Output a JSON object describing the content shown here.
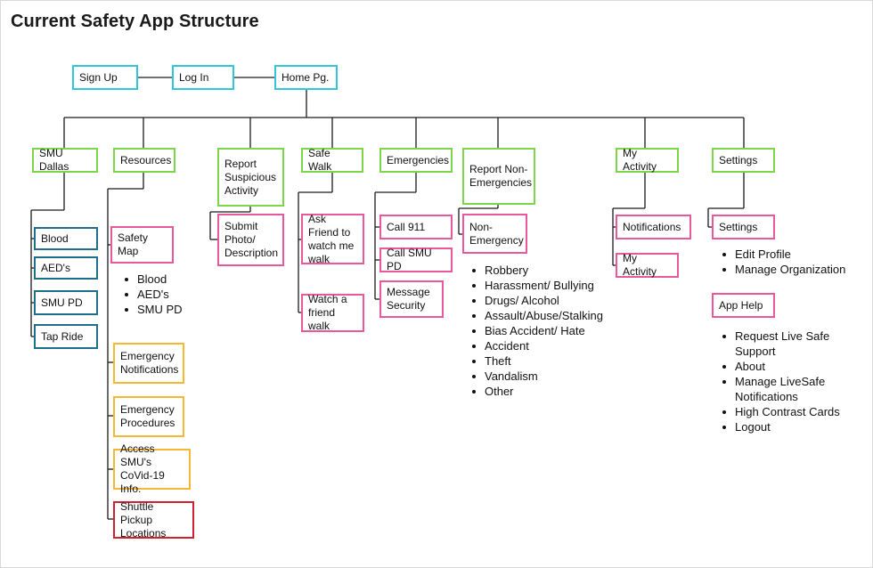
{
  "title": "Current Safety App Structure",
  "top_flow": {
    "sign_up": "Sign Up",
    "log_in": "Log In",
    "home": "Home Pg."
  },
  "categories": {
    "smu_dallas": "SMU Dallas",
    "resources": "Resources",
    "report_suspicious": "Report Suspicious Activity",
    "safe_walk": "Safe Walk",
    "emergencies": "Emergencies",
    "report_non_emergencies": "Report Non-Emergencies",
    "my_activity": "My Activity",
    "settings": "Settings"
  },
  "smu_dallas_items": [
    "Blood",
    "AED's",
    "SMU PD",
    "Tap Ride"
  ],
  "resources": {
    "safety_map": "Safety Map",
    "safety_map_items": [
      "Blood",
      "AED's",
      "SMU PD"
    ],
    "emergency_notifications": "Emergency Notifications",
    "emergency_procedures": "Emergency Procedures",
    "covid_info": "Access SMU's CoVid-19 Info.",
    "shuttle": "Shuttle Pickup Locations"
  },
  "report_suspicious": {
    "submit": "Submit Photo/ Description"
  },
  "safe_walk": {
    "ask_friend": "Ask Friend to watch me walk",
    "watch_friend": "Watch a friend walk"
  },
  "emergencies": {
    "call_911": "Call 911",
    "call_smu_pd": "Call SMU PD",
    "message_security": "Message Security"
  },
  "non_emergencies": {
    "node": "Non-Emergency",
    "items": [
      "Robbery",
      "Harassment/ Bullying",
      "Drugs/ Alcohol",
      "Assault/Abuse/Stalking",
      "Bias Accident/ Hate",
      "Accident",
      "Theft",
      "Vandalism",
      "Other"
    ]
  },
  "my_activity": {
    "notifications": "Notifications",
    "my_activity": "My Activity"
  },
  "settings": {
    "settings": "Settings",
    "settings_items": [
      "Edit Profile",
      "Manage Organization"
    ],
    "app_help": "App Help",
    "app_help_items": [
      "Request Live Safe Support",
      "About",
      "Manage LiveSafe Notifications",
      "High Contrast Cards",
      "Logout"
    ]
  },
  "colors": {
    "flow": "#33c6d8",
    "category": "#7bd64a",
    "location": "#1f6e8c",
    "action": "#e8589b",
    "info": "#f7b733",
    "alert": "#d0222e"
  }
}
